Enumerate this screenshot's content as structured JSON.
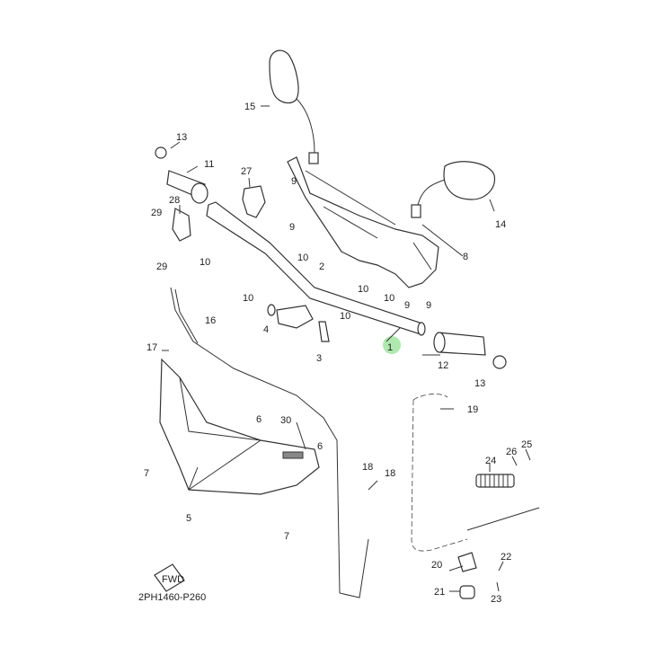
{
  "diagram": {
    "code": "2PH1460-P260",
    "fwd_label": "FWD",
    "highlight_color": "#9be39b",
    "callouts": [
      {
        "id": "c1",
        "text": "1"
      },
      {
        "id": "c2",
        "text": "2"
      },
      {
        "id": "c3",
        "text": "3"
      },
      {
        "id": "c4",
        "text": "4"
      },
      {
        "id": "c5",
        "text": "5"
      },
      {
        "id": "c6a",
        "text": "6"
      },
      {
        "id": "c6b",
        "text": "6"
      },
      {
        "id": "c7a",
        "text": "7"
      },
      {
        "id": "c7b",
        "text": "7"
      },
      {
        "id": "c8",
        "text": "8"
      },
      {
        "id": "c9a",
        "text": "9"
      },
      {
        "id": "c9b",
        "text": "9"
      },
      {
        "id": "c9c",
        "text": "9"
      },
      {
        "id": "c9d",
        "text": "9"
      },
      {
        "id": "c10a",
        "text": "10"
      },
      {
        "id": "c10b",
        "text": "10"
      },
      {
        "id": "c10c",
        "text": "10"
      },
      {
        "id": "c10d",
        "text": "10"
      },
      {
        "id": "c10e",
        "text": "10"
      },
      {
        "id": "c10f",
        "text": "10"
      },
      {
        "id": "c11",
        "text": "11"
      },
      {
        "id": "c12",
        "text": "12"
      },
      {
        "id": "c13a",
        "text": "13"
      },
      {
        "id": "c13b",
        "text": "13"
      },
      {
        "id": "c14",
        "text": "14"
      },
      {
        "id": "c15",
        "text": "15"
      },
      {
        "id": "c16",
        "text": "16"
      },
      {
        "id": "c17",
        "text": "17"
      },
      {
        "id": "c18a",
        "text": "18"
      },
      {
        "id": "c18b",
        "text": "18"
      },
      {
        "id": "c19",
        "text": "19"
      },
      {
        "id": "c20",
        "text": "20"
      },
      {
        "id": "c21",
        "text": "21"
      },
      {
        "id": "c22",
        "text": "22"
      },
      {
        "id": "c23",
        "text": "23"
      },
      {
        "id": "c24",
        "text": "24"
      },
      {
        "id": "c25",
        "text": "25"
      },
      {
        "id": "c26",
        "text": "26"
      },
      {
        "id": "c27",
        "text": "27"
      },
      {
        "id": "c28",
        "text": "28"
      },
      {
        "id": "c29a",
        "text": "29"
      },
      {
        "id": "c29b",
        "text": "29"
      },
      {
        "id": "c30",
        "text": "30"
      }
    ]
  }
}
